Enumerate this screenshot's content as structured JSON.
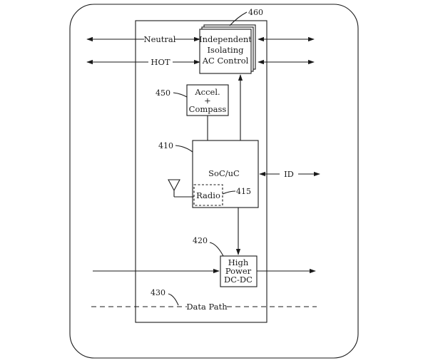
{
  "blocks": {
    "ac_control": {
      "lines": [
        "Independent",
        "Isolating",
        "AC Control"
      ],
      "ref": "460"
    },
    "accel": {
      "lines": [
        "Accel.",
        "+",
        "Compass"
      ],
      "ref": "450"
    },
    "soc": {
      "label": "SoC/uC",
      "ref": "410"
    },
    "radio": {
      "label": "Radio",
      "ref": "415"
    },
    "dcdc": {
      "lines": [
        "High",
        "Power",
        "DC-DC"
      ],
      "ref": "420"
    }
  },
  "signals": {
    "neutral": "Neutral",
    "hot": "HOT",
    "id": "ID",
    "data_path": "Data Path",
    "data_path_ref": "430"
  }
}
